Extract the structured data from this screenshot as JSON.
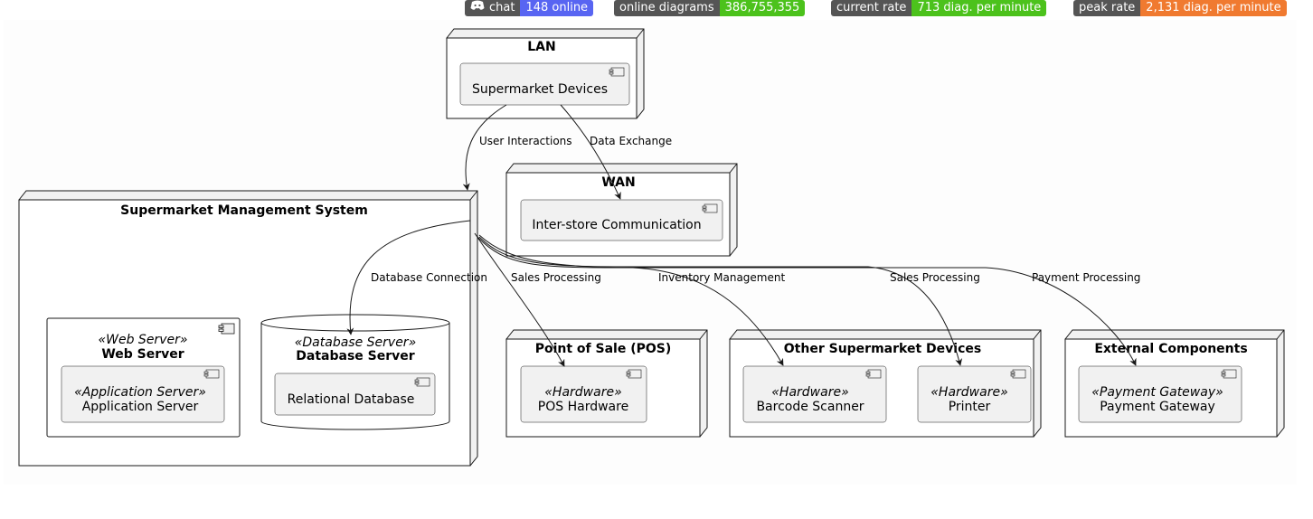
{
  "badges": [
    {
      "id": "chat",
      "label": "chat",
      "value": "148 online",
      "color": "#5865f2",
      "icon": "discord-icon"
    },
    {
      "id": "online-diagrams",
      "label": "online diagrams",
      "value": "386,755,355",
      "color": "#4cc21c"
    },
    {
      "id": "current-rate",
      "label": "current rate",
      "value": "713 diag. per minute",
      "color": "#4cc21c"
    },
    {
      "id": "peak-rate",
      "label": "peak rate",
      "value": "2,131 diag. per minute",
      "color": "#f07a30"
    }
  ],
  "diagram": {
    "nodes": {
      "lan": {
        "title": "LAN",
        "components": {
          "devices": {
            "label": "Supermarket Devices"
          }
        }
      },
      "wan": {
        "title": "WAN",
        "components": {
          "intercom": {
            "label": "Inter-store Communication"
          }
        }
      },
      "sms": {
        "title": "Supermarket Management System"
      },
      "web": {
        "stereotype": "«Web Server»",
        "title": "Web Server",
        "components": {
          "app": {
            "stereotype": "«Application Server»",
            "label": "Application Server"
          }
        }
      },
      "db": {
        "stereotype": "«Database Server»",
        "title": "Database Server",
        "components": {
          "rdb": {
            "label": "Relational Database"
          }
        }
      },
      "pos": {
        "title": "Point of Sale (POS)",
        "components": {
          "hw": {
            "stereotype": "«Hardware»",
            "label": "POS Hardware"
          }
        }
      },
      "other": {
        "title": "Other Supermarket Devices",
        "components": {
          "scanner": {
            "stereotype": "«Hardware»",
            "label": "Barcode Scanner"
          },
          "printer": {
            "stereotype": "«Hardware»",
            "label": "Printer"
          }
        }
      },
      "ext": {
        "title": "External Components",
        "components": {
          "gateway": {
            "stereotype": "«Payment Gateway»",
            "label": "Payment Gateway"
          }
        }
      }
    },
    "edges": {
      "user_interactions": "User Interactions",
      "data_exchange": "Data Exchange",
      "database_connection": "Database Connection",
      "sales_processing_pos": "Sales Processing",
      "inventory_management": "Inventory Management",
      "sales_processing_printer": "Sales Processing",
      "payment_processing": "Payment Processing"
    }
  }
}
